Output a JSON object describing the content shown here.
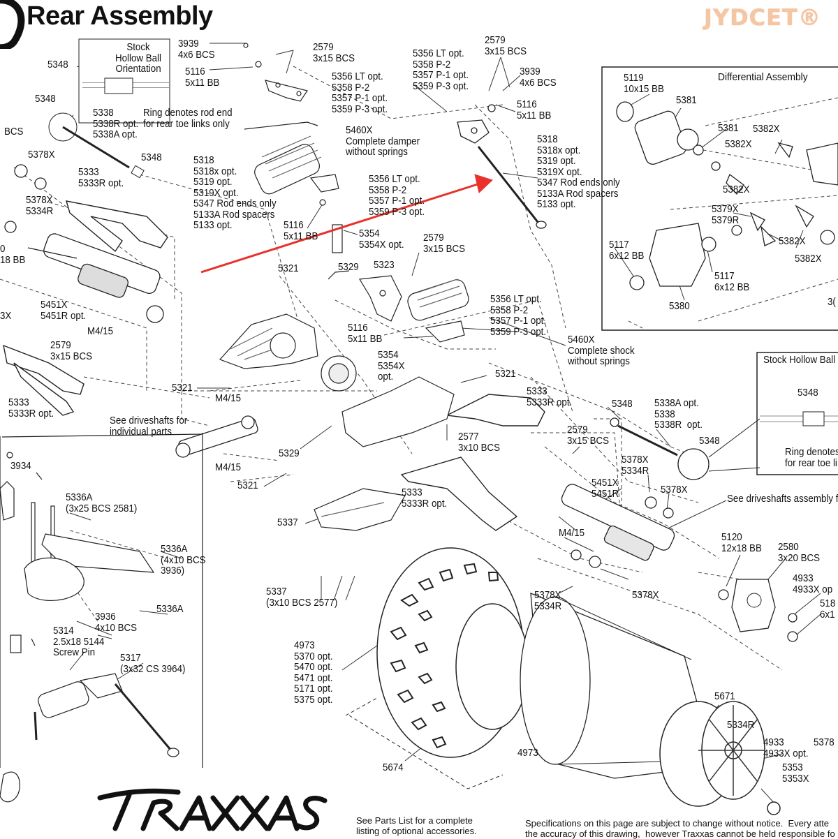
{
  "header": {
    "title": "Rear Assembly",
    "watermark": "JYDCET®"
  },
  "insets": {
    "stock_top": {
      "text": "Stock\nHollow Ball\nOrientation"
    },
    "ring_top": "Ring denotes rod end\nfor rear toe links only",
    "differential_title": "Differential Assembly",
    "stock_right_title": "Stock Hollow Ball",
    "stock_right_part": "5348",
    "ring_right": "Ring denotes\nfor rear toe li"
  },
  "labels": [
    "5348",
    "5348",
    "BCS",
    "5378X",
    "5378X\n5334R",
    "0\n18 BB",
    "3X",
    "5333\n5333R opt.",
    "5451X\n5451R opt.",
    "M4/15",
    "5348",
    "2579\n3x15 BCS",
    "5333\n5333R opt.",
    "5338\n5338R opt.\n5338A opt.",
    "3939\n4x6 BCS",
    "5116\n5x11 BB",
    "2579\n3x15 BCS",
    "5356 LT opt.\n5358 P-2\n5357 P-1 opt.\n5359 P-3 opt.",
    "5460X\nComplete damper\nwithout springs",
    "5318\n5318x opt.\n5319 opt.\n5319X opt.\n5347 Rod ends only\n5133A Rod spacers\n5133 opt.",
    "5356 LT opt.\n5358 P-2\n5357 P-1 opt.\n5359 P-3 opt.",
    "5116\n5x11 BB",
    "5354\n5354X opt.",
    "5356 LT opt.\n5358 P-2\n5357 P-1 opt.\n5359 P-3 opt.",
    "2579\n3x15 BCS",
    "3939\n4x6 BCS",
    "5116\n5x11 BB",
    "5318\n5318x opt.\n5319 opt.\n5319X opt.\n5347 Rod ends only\n5133A Rod spacers\n5133 opt.",
    "2579\n3x15 BCS",
    "5321",
    "5329",
    "5323",
    "5356 LT opt.\n5358 P-2\n5357 P-1 opt.\n5359 P-3 opt.",
    "5116\n5x11 BB",
    "5460X\nComplete shock\nwithout springs",
    "5354\n5354X\nopt.",
    "5321",
    "5321",
    "M4/15",
    "See driveshafts for\nindividual parts",
    "M4/15",
    "5329",
    "5321",
    "5333\n5333R opt.",
    "2577\n3x10 BCS",
    "2579\n3x15 BCS",
    "5348",
    "5338A opt.\n5338\n5338R  opt.",
    "5348",
    "5378X\n5334R",
    "5451X\n5451R",
    "5378X",
    "See driveshafts assembly f",
    "5333\n5333R opt.",
    "5337",
    "M4/15",
    "5120\n12x18 BB",
    "2580\n3x20 BCS",
    "4933\n4933X op",
    "518\n6x1",
    "5378X\n5334R",
    "5378X",
    "5334R",
    "4933\n4933X opt.",
    "5378",
    "5337\n(3x10 BCS 2577)",
    "4973\n5370 opt.\n5470 opt.\n5471 opt.\n5171 opt.\n5375 opt.",
    "5671",
    "4973",
    "5674",
    "5353\n5353X",
    "3934",
    "5336A\n(3x25 BCS 2581)",
    "5336A\n(4x10 BCS\n3936)",
    "5336A",
    "3936\n4x10 BCS",
    "5314\n2.5x18 5144\nScrew Pin",
    "5317\n(3x32 CS 3964)",
    "5119\n10x15 BB",
    "5381",
    "5381",
    "5382X",
    "5382X",
    "5382X",
    "5379X\n5379R",
    "5382X",
    "5382X",
    "5117\n6x12 BB",
    "5117\n6x12 BB",
    "5380",
    "3("
  ],
  "footer": {
    "see_parts": "See Parts List for a complete\nlisting of optional accessories.",
    "spec_note": "Specifications on this page are subject to change without notice.  Every atte\nthe accuracy of this drawing,  however Traxxas cannot be held responsible fo",
    "logo": "TRAXXAS"
  },
  "colors": {
    "ink": "#111111",
    "arrow": "#e8322b",
    "watermark": "#f4c6a3"
  }
}
